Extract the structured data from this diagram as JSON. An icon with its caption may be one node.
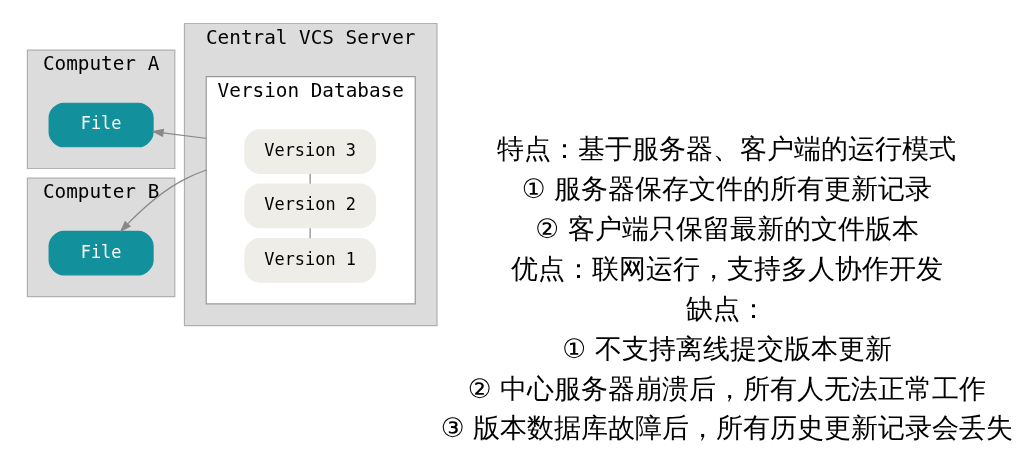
{
  "diagram": {
    "nodes": [
      {
        "text": [
          "Computer A"
        ]
      },
      {
        "text": [
          "File"
        ],
        "in": 0
      },
      {
        "text": [
          "Central VCS Server"
        ]
      },
      {
        "text": [
          "Version Database"
        ],
        "in": 2
      },
      {
        "text": [
          "Version 3"
        ],
        "in": 3
      },
      {
        "text": [
          "Version 2"
        ],
        "in": 3
      },
      {
        "text": [
          "Version 1"
        ],
        "in": 3
      },
      {
        "text": [
          "Computer B"
        ]
      },
      {
        "text": [
          "File"
        ],
        "in": 7
      }
    ],
    "edges": [
      {
        "from": 3,
        "to": 1,
        "arrow": "to"
      },
      {
        "from": 4,
        "to": 5,
        "arrow": "none"
      },
      {
        "from": 5,
        "to": 6,
        "arrow": "none"
      },
      {
        "from": 3,
        "to": 8,
        "arrow": "to"
      }
    ],
    "labels": [
      "特点：基于服务器、客户端的运行模式",
      "① 服务器保存文件的所有更新记录",
      "② 客户端只保留最新的文件版本",
      "优点：联网运行，支持多人协作开发",
      "缺点：",
      "① 不支持离线提交版本更新",
      "② 中心服务器崩溃后，所有人无法正常工作",
      "③ 版本数据库故障后，所有历史更新记录会丢失"
    ]
  }
}
